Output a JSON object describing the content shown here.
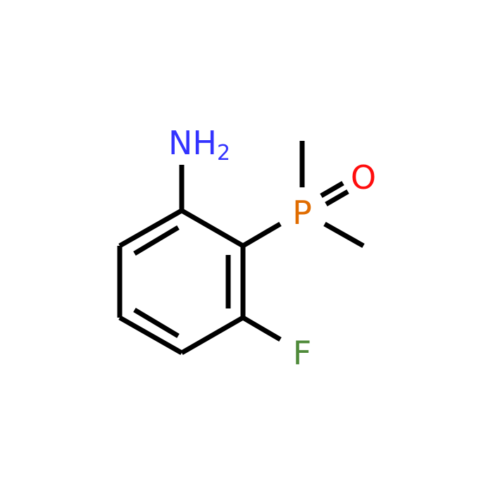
{
  "atoms": {
    "amine": {
      "symbol": "NH",
      "subscript": "2",
      "color": "#3333ff"
    },
    "phosphorus": {
      "symbol": "P",
      "color": "#e06c00"
    },
    "oxygen": {
      "symbol": "O",
      "color": "#ff0d0d"
    },
    "fluorine": {
      "symbol": "F",
      "color": "#4f8a3a"
    }
  },
  "bond_color": "#000000"
}
